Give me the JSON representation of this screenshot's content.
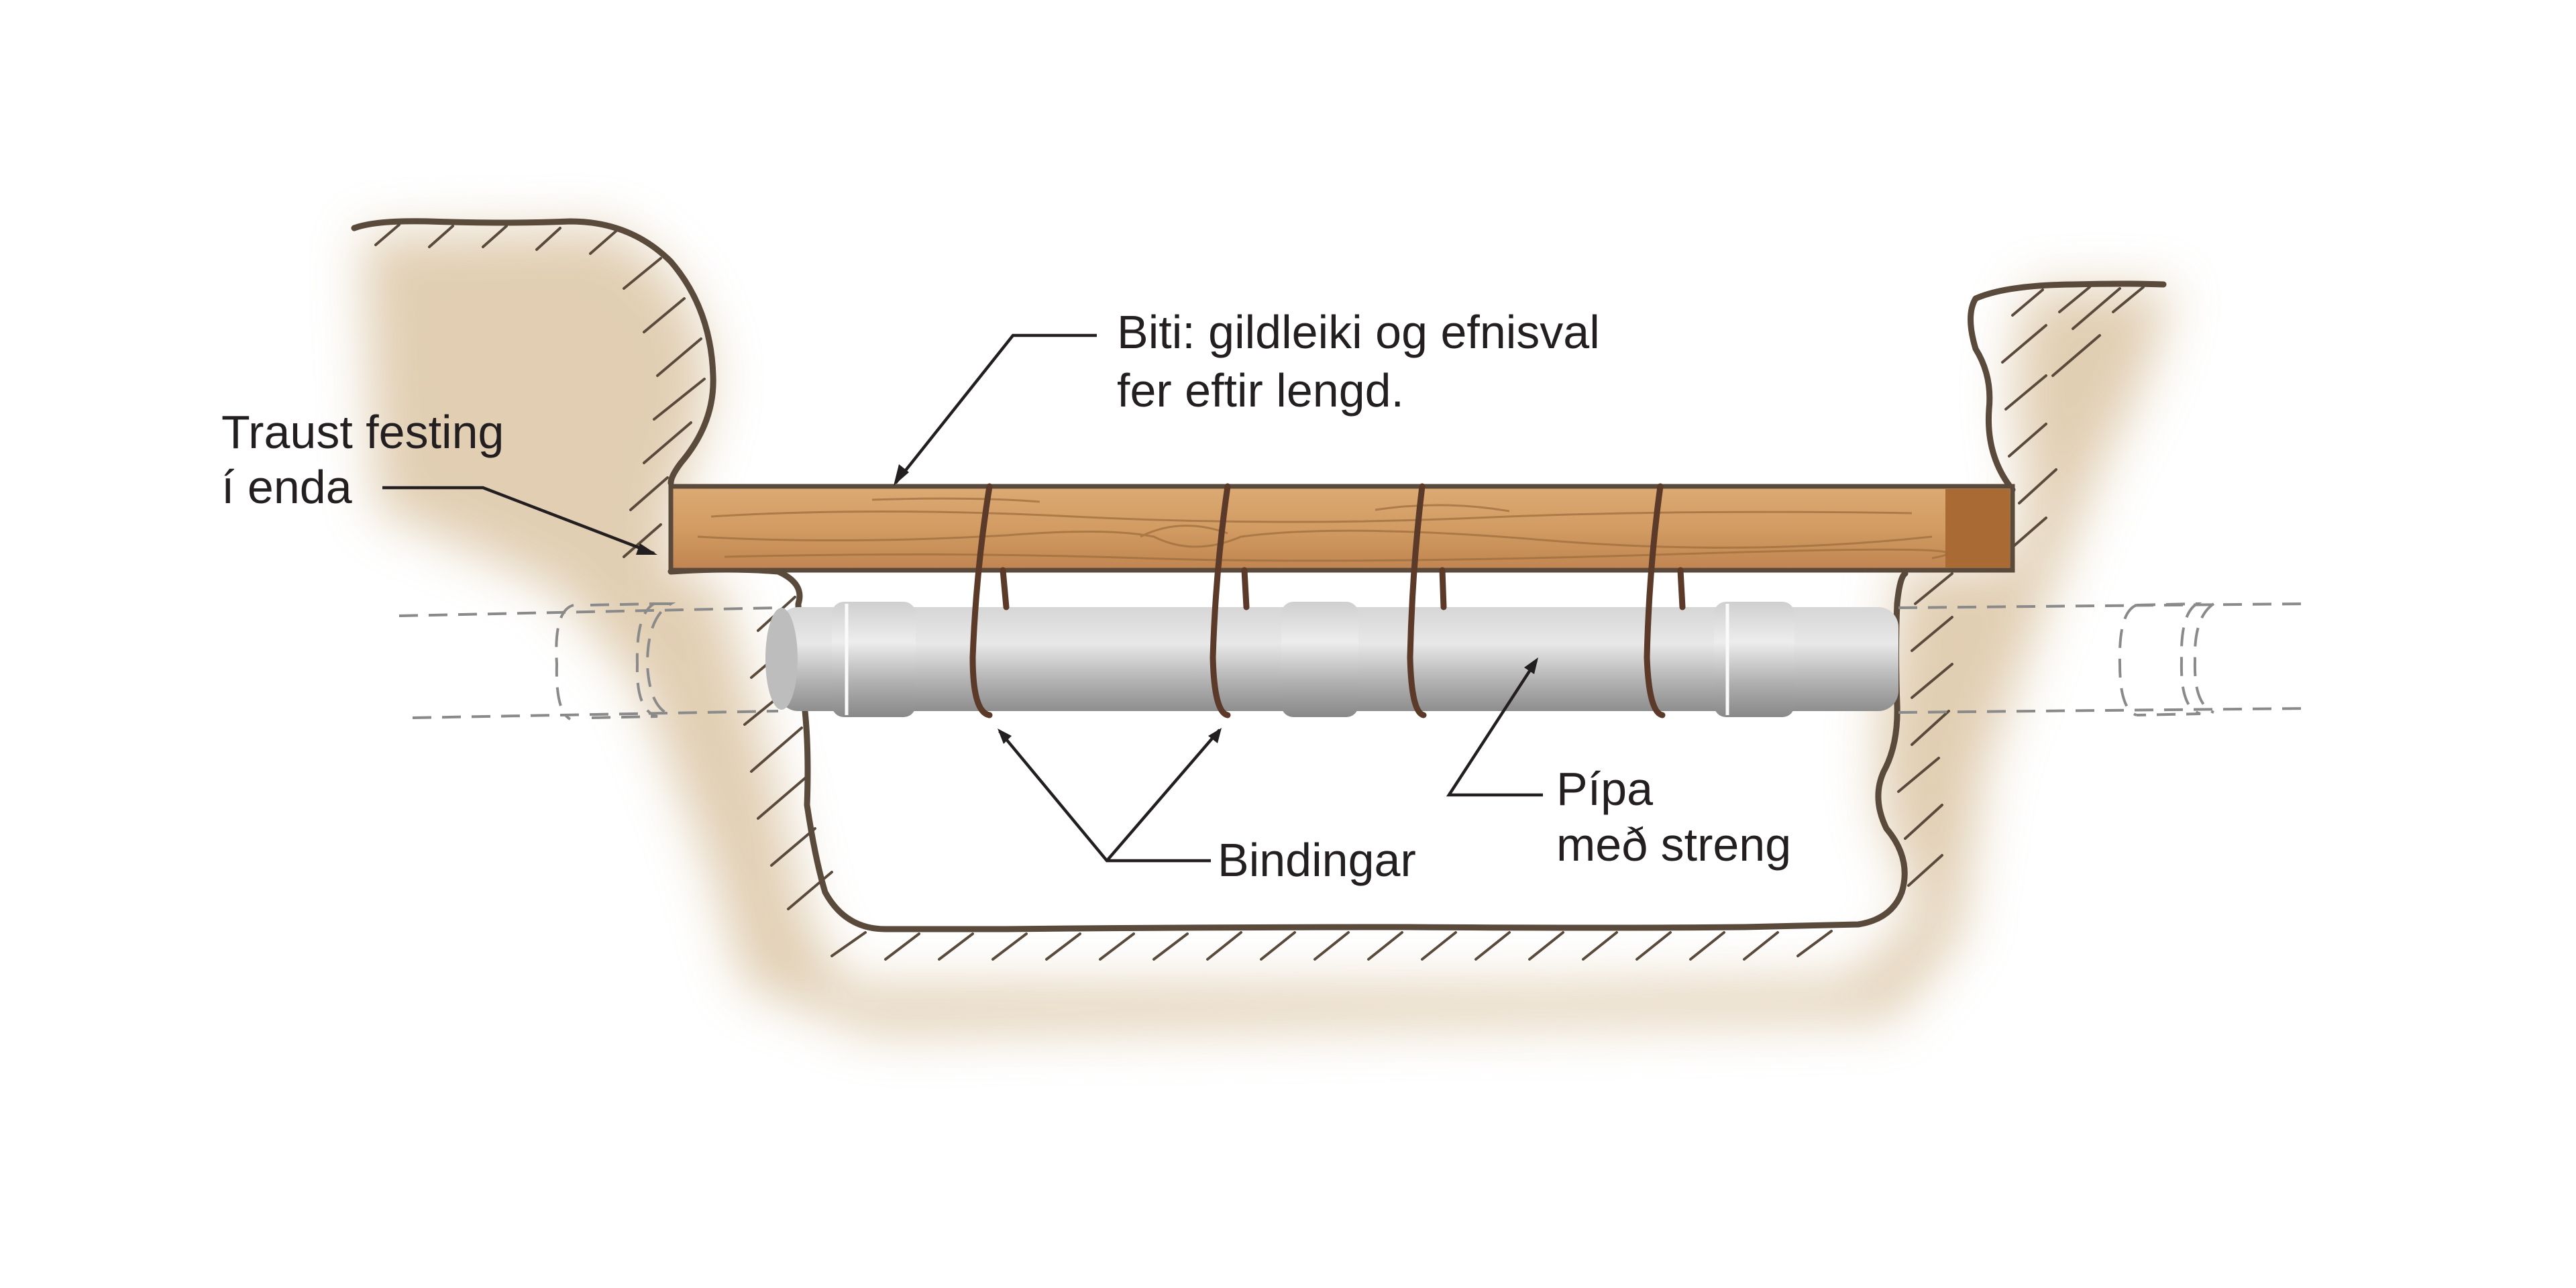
{
  "labels": {
    "beam_line1": "Biti: gildleiki og efnisval",
    "beam_line2": "fer eftir lengd.",
    "anchor_line1": "Traust festing",
    "anchor_line2": "í enda",
    "ties": "Bindingar",
    "pipe_line1": "Pípa",
    "pipe_line2": "með streng"
  },
  "colors": {
    "soil_shade": "#d9c3a3",
    "soil_edge": "#5a4a3c",
    "wood_light": "#d8a570",
    "wood_dark": "#b57a45",
    "wood_end": "#a8672f",
    "pipe_light": "#e6e6e6",
    "pipe_mid": "#b9b9b9",
    "pipe_dark": "#8f8f8f",
    "tie_wire": "#5b3a2a",
    "text": "#231f20"
  }
}
